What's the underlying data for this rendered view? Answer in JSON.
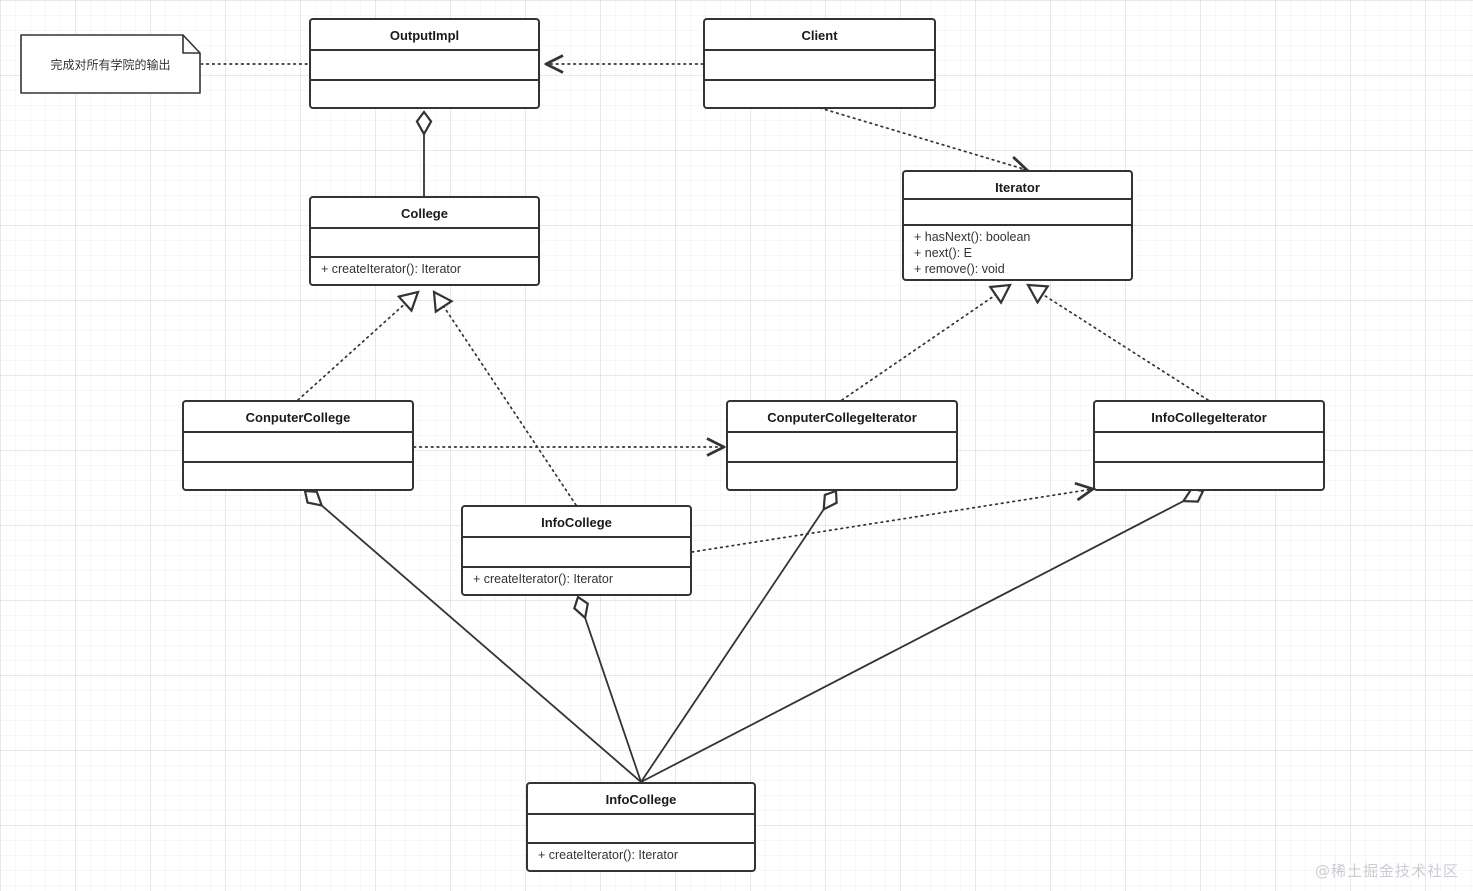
{
  "diagram": {
    "title": "Iterator Pattern UML Class Diagram",
    "type": "uml-class-diagram",
    "colors": {
      "stroke": "#333333",
      "fill": "#ffffff",
      "grid_minor": "#f0f0f0",
      "grid_major": "#e3e3e3",
      "text": "#1a1a1a",
      "watermark": "#c9ccd1"
    }
  },
  "note": {
    "text": "完成对所有学院的输出"
  },
  "classes": [
    {
      "id": "outputimpl",
      "name": "OutputImpl",
      "attributes": [],
      "operations": []
    },
    {
      "id": "client",
      "name": "Client",
      "attributes": [],
      "operations": []
    },
    {
      "id": "college",
      "name": "College",
      "attributes": [],
      "operations": [
        "+ createIterator(): Iterator"
      ]
    },
    {
      "id": "iterator",
      "name": "Iterator",
      "attributes": [],
      "operations": [
        "+ hasNext(): boolean",
        "+ next(): E",
        "+ remove(): void"
      ]
    },
    {
      "id": "conputercollege",
      "name": "ConputerCollege",
      "attributes": [],
      "operations": []
    },
    {
      "id": "conputercollegeiterator",
      "name": "ConputerCollegeIterator",
      "attributes": [],
      "operations": []
    },
    {
      "id": "infocollegeiterator",
      "name": "InfoCollegeIterator",
      "attributes": [],
      "operations": []
    },
    {
      "id": "infocollege_mid",
      "name": "InfoCollege",
      "attributes": [],
      "operations": [
        "+ createIterator(): Iterator"
      ]
    },
    {
      "id": "infocollege_bottom",
      "name": "InfoCollege",
      "attributes": [],
      "operations": [
        "+ createIterator(): Iterator"
      ]
    }
  ],
  "relationships": [
    {
      "from": "note",
      "to": "outputimpl",
      "kind": "note-link",
      "style": "dotted"
    },
    {
      "from": "client",
      "to": "outputimpl",
      "kind": "dependency",
      "style": "dotted-open-arrow"
    },
    {
      "from": "client",
      "to": "iterator",
      "kind": "dependency",
      "style": "dotted-open-arrow"
    },
    {
      "from": "outputimpl",
      "to": "college",
      "kind": "aggregation",
      "style": "solid-hollow-diamond"
    },
    {
      "from": "conputercollege",
      "to": "college",
      "kind": "realization",
      "style": "dotted-hollow-triangle"
    },
    {
      "from": "infocollege_mid",
      "to": "college",
      "kind": "realization",
      "style": "dotted-hollow-triangle"
    },
    {
      "from": "conputercollegeiterator",
      "to": "iterator",
      "kind": "realization",
      "style": "dotted-hollow-triangle"
    },
    {
      "from": "infocollegeiterator",
      "to": "iterator",
      "kind": "realization",
      "style": "dotted-hollow-triangle"
    },
    {
      "from": "conputercollege",
      "to": "conputercollegeiterator",
      "kind": "dependency",
      "style": "dotted-open-arrow"
    },
    {
      "from": "infocollege_mid",
      "to": "infocollegeiterator",
      "kind": "dependency",
      "style": "dotted-open-arrow"
    },
    {
      "from": "conputercollege",
      "to": "infocollege_bottom",
      "kind": "aggregation",
      "style": "solid-hollow-diamond"
    },
    {
      "from": "infocollege_mid",
      "to": "infocollege_bottom",
      "kind": "aggregation",
      "style": "solid-hollow-diamond"
    },
    {
      "from": "conputercollegeiterator",
      "to": "infocollege_bottom",
      "kind": "aggregation",
      "style": "solid-hollow-diamond"
    },
    {
      "from": "infocollegeiterator",
      "to": "infocollege_bottom",
      "kind": "aggregation",
      "style": "solid-hollow-diamond"
    }
  ],
  "watermark": {
    "text": "@稀土掘金技术社区"
  }
}
